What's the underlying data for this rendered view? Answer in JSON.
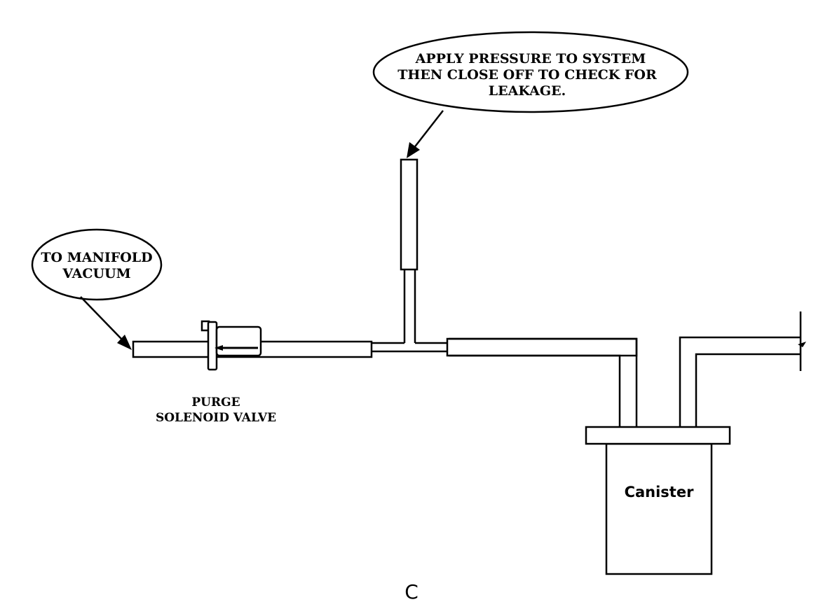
{
  "callouts": {
    "pressure": {
      "lines": [
        "APPLY PRESSURE TO SYSTEM",
        "THEN CLOSE OFF TO CHECK FOR",
        "LEAKAGE."
      ]
    },
    "manifold": {
      "lines": [
        "TO MANIFOLD",
        "VACUUM"
      ]
    }
  },
  "labels": {
    "valve": [
      "PURGE",
      "SOLENOID VALVE"
    ],
    "canister": "Canister"
  },
  "figure_letter": "C"
}
